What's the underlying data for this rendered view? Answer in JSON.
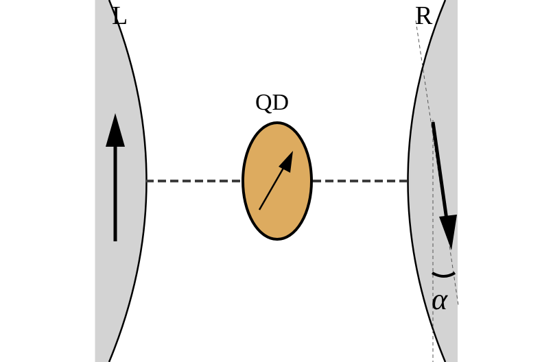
{
  "diagram": {
    "left_lead": {
      "label": "L"
    },
    "right_lead": {
      "label": "R"
    },
    "dot": {
      "label": "QD"
    },
    "angle": {
      "label": "α"
    }
  },
  "colors": {
    "lead_fill": "#d3d3d3",
    "dot_fill": "#ddab5f",
    "outline": "#000000",
    "tunnel_line": "#3d3d3d"
  }
}
